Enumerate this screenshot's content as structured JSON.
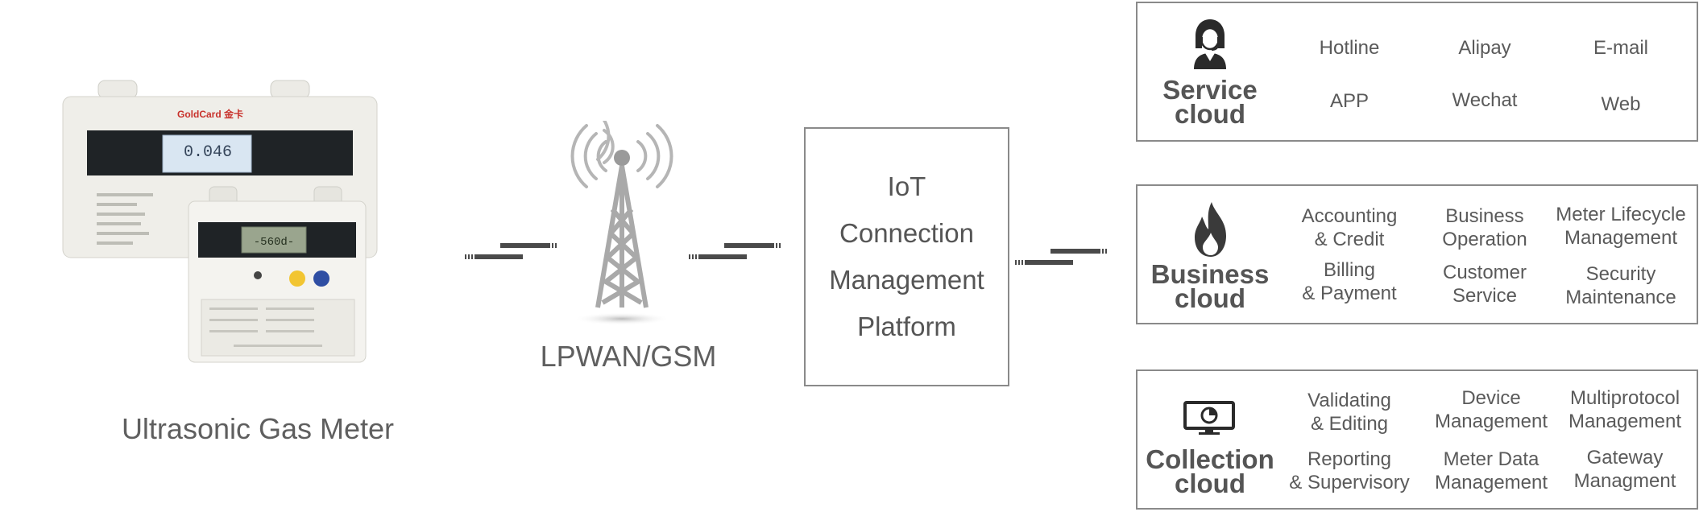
{
  "meter": {
    "caption": "Ultrasonic Gas Meter",
    "brand": "GoldCard 金卡",
    "large_display": "0.046",
    "small_display": "-560d-"
  },
  "network": {
    "caption": "LPWAN/GSM"
  },
  "iot_platform": {
    "lines": [
      "IoT",
      "Connection",
      "Management",
      "Platform"
    ]
  },
  "clouds": {
    "service": {
      "title": [
        "Service",
        "cloud"
      ],
      "icon": "customer-service-agent-icon",
      "items": [
        [
          "Hotline"
        ],
        [
          "Alipay"
        ],
        [
          "E-mail"
        ],
        [
          "APP"
        ],
        [
          "Wechat"
        ],
        [
          "Web"
        ]
      ]
    },
    "business": {
      "title": [
        "Business",
        "cloud"
      ],
      "icon": "fire-icon",
      "items": [
        [
          "Accounting",
          "& Credit"
        ],
        [
          "Business",
          "Operation"
        ],
        [
          "Meter Lifecycle",
          "Management"
        ],
        [
          "Billing",
          "& Payment"
        ],
        [
          "Customer",
          "Service"
        ],
        [
          "Security",
          "Maintenance"
        ]
      ]
    },
    "collection": {
      "title": [
        "Collection",
        "cloud"
      ],
      "icon": "monitor-chart-icon",
      "items": [
        [
          "Validating",
          "& Editing"
        ],
        [
          "Device",
          "Management"
        ],
        [
          "Multiprotocol",
          "Management"
        ],
        [
          "Reporting",
          "& Supervisory"
        ],
        [
          "Meter Data",
          "Management"
        ],
        [
          "Gateway",
          "Managment"
        ]
      ]
    }
  },
  "colors": {
    "border": "#8a8a8a",
    "text": "#555555",
    "meter_body": "#ecebe6",
    "lcd": "#d9e6f2"
  }
}
